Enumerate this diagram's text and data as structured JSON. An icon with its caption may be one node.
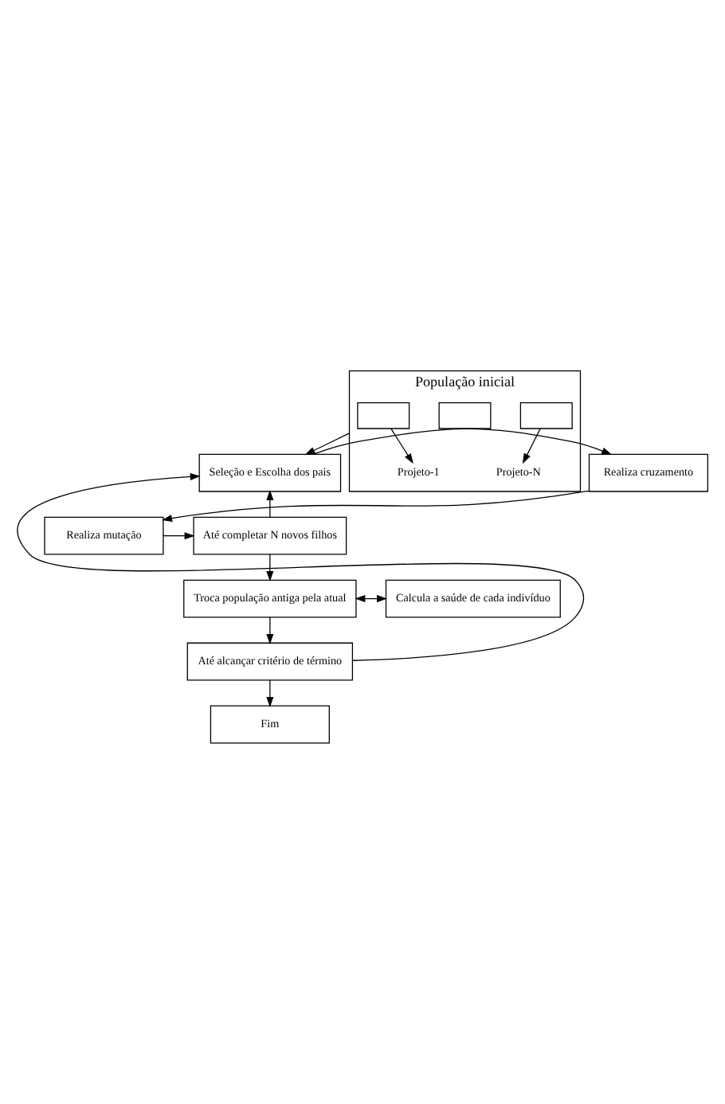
{
  "diagram": {
    "nodes": [
      {
        "text": [
          "População inicial"
        ]
      },
      {
        "text": [],
        "shape": "box",
        "in": 0
      },
      {
        "text": [],
        "shape": "box",
        "in": 0
      },
      {
        "text": [],
        "shape": "box",
        "in": 0
      },
      {
        "text": [
          "Projeto-1"
        ],
        "in": 0
      },
      {
        "text": [
          "Projeto-N"
        ],
        "in": 0
      },
      {
        "text": [
          "Seleção e Escolha dos pais"
        ]
      },
      {
        "text": [
          "Realiza cruzamento"
        ]
      },
      {
        "text": [
          "Até completar N novos filhos"
        ]
      },
      {
        "text": [
          "Realiza mutação"
        ]
      },
      {
        "text": [
          "Troca população antiga pela atual"
        ]
      },
      {
        "text": [
          "Calcula a saúde de cada indivíduo"
        ]
      },
      {
        "text": [
          "Até alcançar critério de término"
        ]
      },
      {
        "text": [
          "Fim"
        ]
      }
    ],
    "edges": [
      {
        "from": 1,
        "to": 4,
        "arrow": "to"
      },
      {
        "from": 3,
        "to": 5,
        "arrow": "to"
      },
      {
        "from": 0,
        "to": 6,
        "arrow": "to"
      },
      {
        "from": 6,
        "to": 7,
        "arrow": "to"
      },
      {
        "from": 7,
        "to": 9,
        "arrow": "to"
      },
      {
        "from": 9,
        "to": 8,
        "arrow": "to"
      },
      {
        "from": 8,
        "to": 6,
        "arrow": "to"
      },
      {
        "from": 8,
        "to": 10,
        "arrow": "to"
      },
      {
        "from": 10,
        "to": 11,
        "arrow": "both"
      },
      {
        "from": 10,
        "to": 12,
        "arrow": "to"
      },
      {
        "from": 12,
        "to": 13,
        "arrow": "to"
      },
      {
        "from": 12,
        "to": 6,
        "arrow": "to"
      }
    ]
  }
}
